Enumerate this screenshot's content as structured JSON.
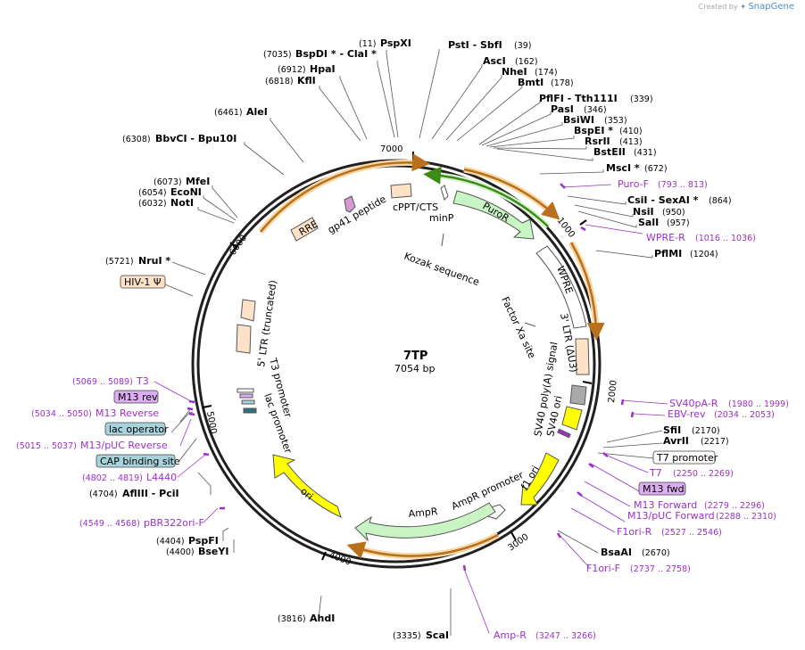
{
  "credit": {
    "prefix": "Created by",
    "brand": "SnapGene"
  },
  "plasmid": {
    "name": "7TP",
    "size": "7054 bp"
  },
  "ticks": [
    {
      "label": "1000"
    },
    {
      "label": "2000"
    },
    {
      "label": "3000"
    },
    {
      "label": "4000"
    },
    {
      "label": "5000"
    },
    {
      "label": "6000"
    },
    {
      "label": "7000"
    }
  ],
  "enzymes_left": [
    {
      "pos": "(7035)",
      "name": "BspDI *  -  ClaI *"
    },
    {
      "pos": "(11)",
      "name": "PspXI"
    },
    {
      "pos": "(6912)",
      "name": "HpaI"
    },
    {
      "pos": "(6818)",
      "name": "KflI"
    },
    {
      "pos": "(6461)",
      "name": "AleI"
    },
    {
      "pos": "(6308)",
      "name": "BbvCI   -  Bpu10I"
    },
    {
      "pos": "(6073)",
      "name": "MfeI"
    },
    {
      "pos": "(6054)",
      "name": "EcoNI"
    },
    {
      "pos": "(6032)",
      "name": "NotI"
    },
    {
      "pos": "(5721)",
      "name": "NruI *"
    },
    {
      "pos": "(4704)",
      "name": "AflIII  -  PciI"
    },
    {
      "pos": "(4404)",
      "name": "PspFI"
    },
    {
      "pos": "(4400)",
      "name": "BseYI"
    },
    {
      "pos": "(3816)",
      "name": "AhdI"
    },
    {
      "pos": "(3335)",
      "name": "ScaI"
    }
  ],
  "enzymes_right": [
    {
      "name": "PstI  -  SbfI",
      "pos": "(39)"
    },
    {
      "name": "AscI",
      "pos": "(162)"
    },
    {
      "name": "NheI",
      "pos": "(174)"
    },
    {
      "name": "BmtI",
      "pos": "(178)"
    },
    {
      "name": "PflFI  -  Tth111I",
      "pos": "(339)"
    },
    {
      "name": "PasI",
      "pos": "(346)"
    },
    {
      "name": "BsiWI",
      "pos": "(353)"
    },
    {
      "name": "BspEI *",
      "pos": "(410)"
    },
    {
      "name": "RsrII",
      "pos": "(413)"
    },
    {
      "name": "BstEII",
      "pos": "(431)"
    },
    {
      "name": "MscI *",
      "pos": "(672)"
    },
    {
      "name": "CsiI  -  SexAI *",
      "pos": "(864)"
    },
    {
      "name": "NsiI",
      "pos": "(950)"
    },
    {
      "name": "SalI",
      "pos": "(957)"
    },
    {
      "name": "PflMI",
      "pos": "(1204)"
    },
    {
      "name": "SfiI",
      "pos": "(2170)"
    },
    {
      "name": "AvrII",
      "pos": "(2217)"
    },
    {
      "name": "BsaAI",
      "pos": "(2670)"
    }
  ],
  "primers_right": [
    {
      "name": "Puro-F",
      "pos": "(793 .. 813)"
    },
    {
      "name": "WPRE-R",
      "pos": "(1016 .. 1036)"
    },
    {
      "name": "SV40pA-R",
      "pos": "(1980 .. 1999)"
    },
    {
      "name": "EBV-rev",
      "pos": "(2034 .. 2053)"
    },
    {
      "name": "T7",
      "pos": "(2250 .. 2269)"
    },
    {
      "name": "M13 Forward",
      "pos": "(2279 .. 2296)"
    },
    {
      "name": "M13/pUC Forward",
      "pos": "(2288 .. 2310)"
    },
    {
      "name": "F1ori-R",
      "pos": "(2527 .. 2546)"
    },
    {
      "name": "F1ori-F",
      "pos": "(2737 .. 2758)"
    },
    {
      "name": "Amp-R",
      "pos": "(3247 .. 3266)"
    }
  ],
  "primers_left": [
    {
      "pos": "(5069 .. 5089)",
      "name": "T3"
    },
    {
      "pos": "(5034 .. 5050)",
      "name": "M13 Reverse"
    },
    {
      "pos": "(5015 .. 5037)",
      "name": "M13/pUC Reverse"
    },
    {
      "pos": "(4802 .. 4819)",
      "name": "L4440"
    },
    {
      "pos": "(4549 .. 4568)",
      "name": "pBR322ori-F"
    }
  ],
  "boxed_labels": {
    "hiv": "HIV-1 Ψ",
    "m13rev": "M13 rev",
    "lacop": "lac operator",
    "cap": "CAP binding site",
    "t7prom": "T7 promoter",
    "m13fwd": "M13 fwd"
  },
  "features": {
    "rre": "RRE",
    "gp41": "gp41 peptide",
    "cppt": "cPPT/CTS",
    "minp": "minP",
    "puror": "PuroR",
    "kozak": "Kozak sequence",
    "wpre": "WPRE",
    "factorxa": "Factor Xa site",
    "ltr3": "3' LTR (ΔU3)",
    "sv40polya": "SV40 poly(A) signal",
    "sv40ori": "SV40 ori",
    "f1ori": "f1 ori",
    "amppromoter": "AmpR promoter",
    "ampr": "AmpR",
    "ori": "ori",
    "ltr5": "5' LTR (truncated)",
    "t3prom": "T3 promoter",
    "lacprom": "lac promoter"
  },
  "colors": {
    "backbone": "#231f20",
    "orange_arc": "#b8701c",
    "arc_halo": "#f6d9a6",
    "green_arc": "#3a8c14",
    "puror": "#c9f5c4",
    "ampr": "#c9f5c4",
    "yellow": "#ffff00",
    "peach": "#fde2c8",
    "pink": "#d39ad6",
    "lac_blue": "#a7d3dd",
    "m13_violet": "#dcadf2",
    "primer": "#9b30c8",
    "grey": "#a9a9a9"
  }
}
